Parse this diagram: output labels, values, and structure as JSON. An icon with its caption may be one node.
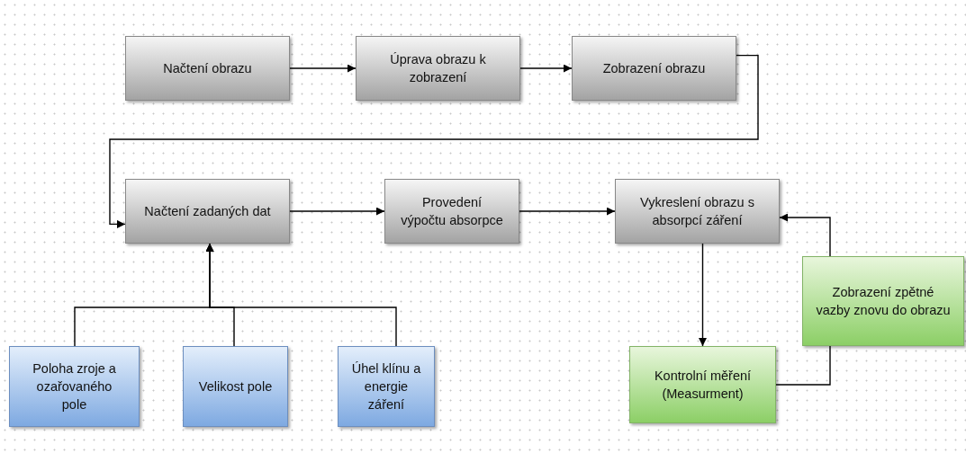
{
  "diagram": {
    "nodes": [
      {
        "text": [
          "Načtení obrazu"
        ]
      },
      {
        "text": [
          "Úprava obrazu k zobrazení"
        ]
      },
      {
        "text": [
          "Zobrazení obrazu"
        ]
      },
      {
        "text": [
          "Načtení zadaných dat"
        ]
      },
      {
        "text": [
          "Provedení výpočtu absorpce"
        ]
      },
      {
        "text": [
          "Vykreslení obrazu s absorpcí záření"
        ]
      },
      {
        "text": [
          "Zobrazení zpětné vazby znovu do obrazu"
        ]
      },
      {
        "text": [
          "Kontrolní měření (Measurment)"
        ]
      },
      {
        "text": [
          "Poloha zroje a ozařovaného pole"
        ]
      },
      {
        "text": [
          "Velikost pole"
        ]
      },
      {
        "text": [
          "Úhel klínu a energie záření"
        ]
      }
    ],
    "edges": [
      {
        "from": 0,
        "to": 1,
        "arrow": "to"
      },
      {
        "from": 1,
        "to": 2,
        "arrow": "to"
      },
      {
        "from": 2,
        "to": 3,
        "arrow": "to"
      },
      {
        "from": 3,
        "to": 4,
        "arrow": "to"
      },
      {
        "from": 4,
        "to": 5,
        "arrow": "to"
      },
      {
        "from": 5,
        "to": 7,
        "arrow": "to"
      },
      {
        "from": 7,
        "to": 6,
        "arrow": "none"
      },
      {
        "from": 6,
        "to": 5,
        "arrow": "to"
      },
      {
        "from": 8,
        "to": 3,
        "arrow": "to"
      },
      {
        "from": 9,
        "to": 3,
        "arrow": "to"
      },
      {
        "from": 10,
        "to": 3,
        "arrow": "to"
      }
    ]
  }
}
